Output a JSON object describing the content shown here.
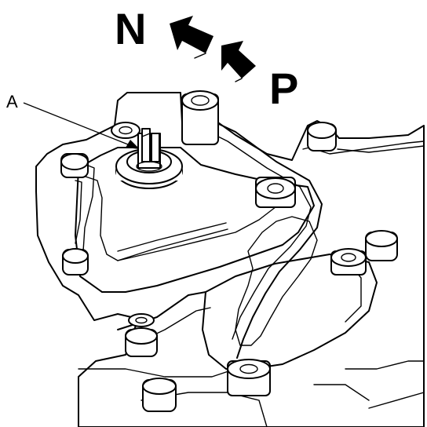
{
  "labels": {
    "neutral": "N",
    "park": "P",
    "callout": "A"
  },
  "colors": {
    "line": "#000000",
    "background": "#ffffff"
  }
}
